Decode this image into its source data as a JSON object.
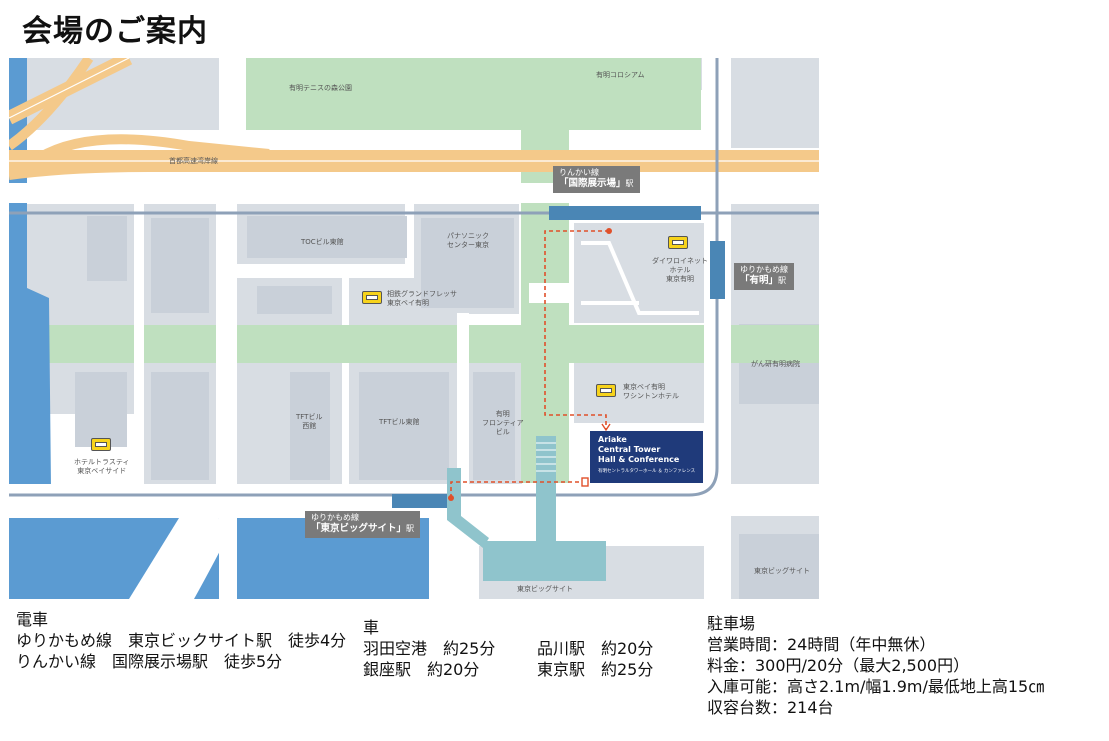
{
  "title": "会場のご案内",
  "map": {
    "areas": {
      "tennis_park": "有明テニスの森公園",
      "colosseum": "有明コロシアム",
      "expressway": "首都高速湾岸線",
      "toc_east": "TOCビル東館",
      "panasonic": "パナソニック\nセンター東京",
      "tft_west": "TFTビル\n西館",
      "tft_east": "TFTビル東館",
      "frontier": "有明\nフロンティア\nビル",
      "cancer_hospital": "がん研有明病院",
      "big_sight_south": "東京ビッグサイト",
      "big_sight_east": "東京ビッグサイト"
    },
    "hotels": [
      {
        "name": "相鉄グランドフレッサ\n東京ベイ有明",
        "icon": "hotel-icon"
      },
      {
        "name": "ダイワロイネット\nホテル\n東京有明",
        "icon": "hotel-icon"
      },
      {
        "name": "東京ベイ有明\nワシントンホテル",
        "icon": "hotel-icon"
      },
      {
        "name": "ホテルトラスティ\n東京ベイサイド",
        "icon": "hotel-icon"
      }
    ],
    "stations": {
      "rinkai": {
        "line": "りんかい線",
        "name": "「国際展示場」",
        "suffix": "駅"
      },
      "yurikamome_ariake": {
        "line": "ゆりかもめ線",
        "name": "「有明」",
        "suffix": "駅"
      },
      "yurikamome_bigsight": {
        "line": "ゆりかもめ線",
        "name": "「東京ビッグサイト」",
        "suffix": "駅"
      }
    },
    "venue": {
      "name_lines": [
        "Ariake",
        "Central Tower",
        "Hall & Conference"
      ],
      "sub": "有明セントラルタワーホール ＆ カンファレンス"
    },
    "colors": {
      "road": "#ffffff",
      "block": "#d8dde3",
      "green": "#bfe0bf",
      "water": "#5b9bd2",
      "expressway": "#f4c98a",
      "railway": "#8ea1b8",
      "station_bar": "#4a86b5",
      "walkway": "#8fc4cc",
      "route": "#e0502a",
      "venue": "#1f3a7a"
    }
  },
  "train": {
    "heading": "電車",
    "lines": [
      "ゆりかもめ線　東京ビックサイト駅　徒歩4分",
      "りんかい線　国際展示場駅　徒歩5分"
    ]
  },
  "car": {
    "heading": "車",
    "left": [
      "羽田空港　約25分",
      "銀座駅　約20分"
    ],
    "right": [
      "品川駅　約20分",
      "東京駅　約25分"
    ]
  },
  "parking": {
    "heading": "駐車場",
    "lines": [
      "営業時間：24時間（年中無休）",
      "料金：300円/20分（最大2,500円）",
      "入庫可能：高さ2.1m/幅1.9m/最低地上高15㎝",
      "収容台数：214台"
    ]
  }
}
